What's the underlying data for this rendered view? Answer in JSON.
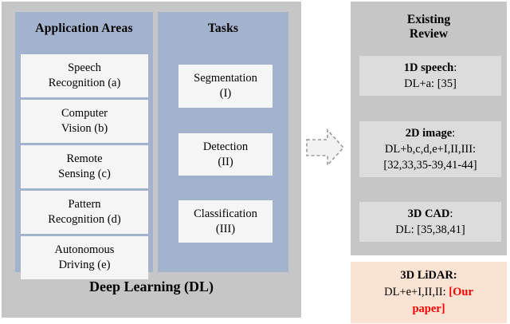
{
  "figure": {
    "background": "#ffffff",
    "colors": {
      "grey_container": "#C6C6C6",
      "blue_column": "#A3B3CD",
      "white_box": "#F5F5F5",
      "review_box": "#DCDCDC",
      "highlight_box": "#FBE3D4",
      "highlight_text": "#FF0000"
    }
  },
  "left_block": {
    "caption": "Deep Learning (DL)",
    "columns": [
      {
        "heading": "Application Areas",
        "items": [
          {
            "line1": "Speech",
            "line2": "Recognition (a)"
          },
          {
            "line1": "Computer",
            "line2": "Vision (b)"
          },
          {
            "line1": "Remote",
            "line2": "Sensing (c)"
          },
          {
            "line1": "Pattern",
            "line2": "Recognition (d)"
          },
          {
            "line1": "Autonomous",
            "line2": "Driving (e)"
          }
        ]
      },
      {
        "heading": "Tasks",
        "items": [
          {
            "line1": "Segmentation",
            "line2": "(I)"
          },
          {
            "line1": "Detection",
            "line2": "(II)"
          },
          {
            "line1": "Classification",
            "line2": "(III)"
          }
        ]
      }
    ]
  },
  "connector": {
    "icon": "dashed-right-arrow"
  },
  "right_block": {
    "title_line1": "Existing",
    "title_line2": "Review",
    "entries": [
      {
        "label": "1D speech",
        "colon": ":",
        "body": "DL+a: [35]"
      },
      {
        "label": "2D image",
        "colon": ":",
        "body_line1": "DL+b,c,d,e+I,II,III:",
        "body_line2": "[32,33,35-39,41-44]"
      },
      {
        "label": "3D CAD",
        "colon": ":",
        "body": "DL: [35,38,41]"
      }
    ],
    "highlight": {
      "label": "3D LiDAR:",
      "body_prefix": "DL+e+I,II,II: ",
      "body_highlight_line1": "[Our",
      "body_highlight_line2": "paper]"
    }
  }
}
